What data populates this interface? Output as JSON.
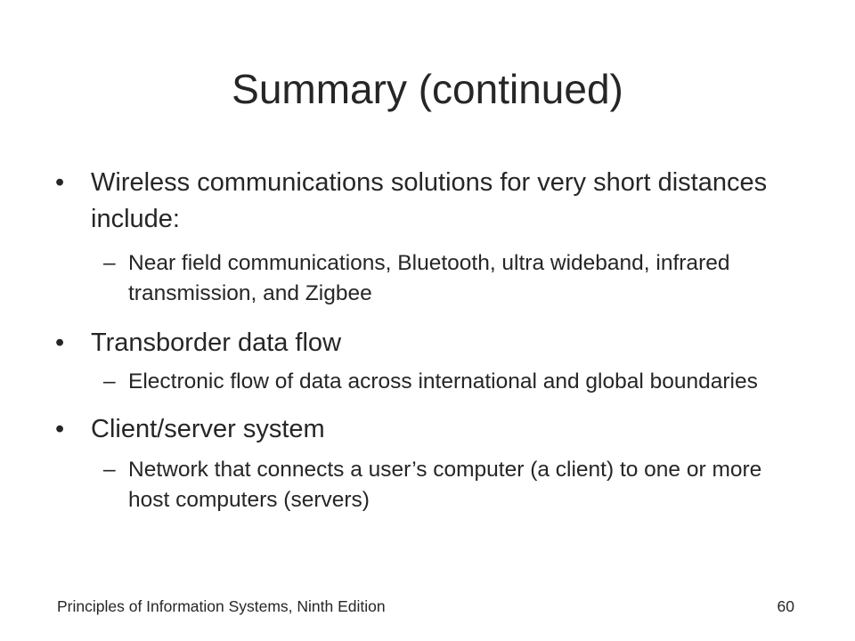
{
  "slide": {
    "title": "Summary (continued)",
    "bullet_marker": "•",
    "sub_marker": "–",
    "items": [
      {
        "text": "Wireless communications solutions for very short distances include:",
        "sub": "Near field communications, Bluetooth, ultra wideband, infrared transmission, and Zigbee"
      },
      {
        "text": "Transborder data flow",
        "sub": "Electronic flow of data across international and global boundaries"
      },
      {
        "text": "Client/server system",
        "sub": "Network that connects a user’s computer (a client) to one or more host computers (servers)"
      }
    ]
  },
  "footer": {
    "book_title": "Principles of Information Systems, Ninth Edition",
    "page_number": "60"
  },
  "colors": {
    "text": "#262626",
    "background": "#ffffff"
  }
}
